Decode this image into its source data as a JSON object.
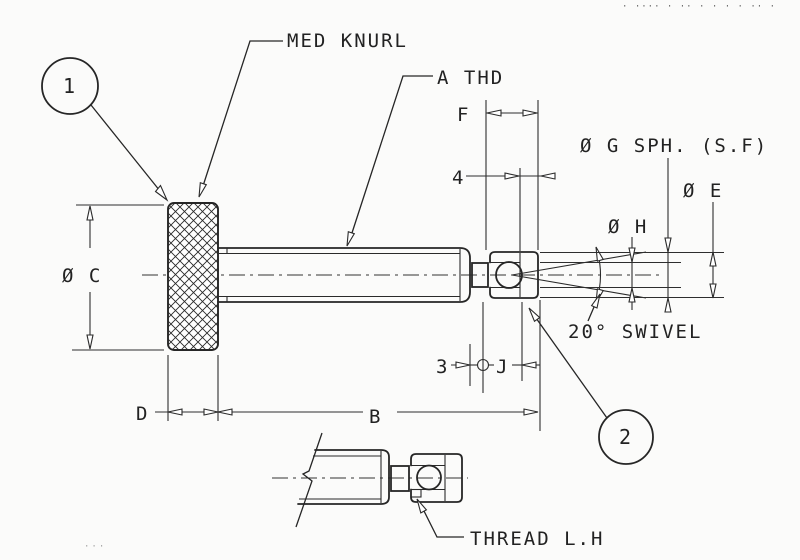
{
  "drawing": {
    "labels": {
      "med_knurl": "MED KNURL",
      "a_thd": "A THD",
      "dim_f": "F",
      "dim_4": "4",
      "dia_g_sph": "Ø G SPH. (S.F)",
      "dia_e": "Ø E",
      "dia_h": "Ø H",
      "dia_c": "Ø C",
      "swivel_angle": "20° SWIVEL",
      "dim_3": "3",
      "dim_j": "J",
      "dim_d": "D",
      "dim_b": "B",
      "balloon_1": "1",
      "balloon_2": "2",
      "thread_lh": "THREAD L.H",
      "corner_fragment": "·  ····  ·  ··  ·   ·    ·   ·  ··  ·",
      "bottom_left_marks": "···"
    },
    "colors": {
      "line": "#262626",
      "background": "#fbfbfa"
    }
  }
}
